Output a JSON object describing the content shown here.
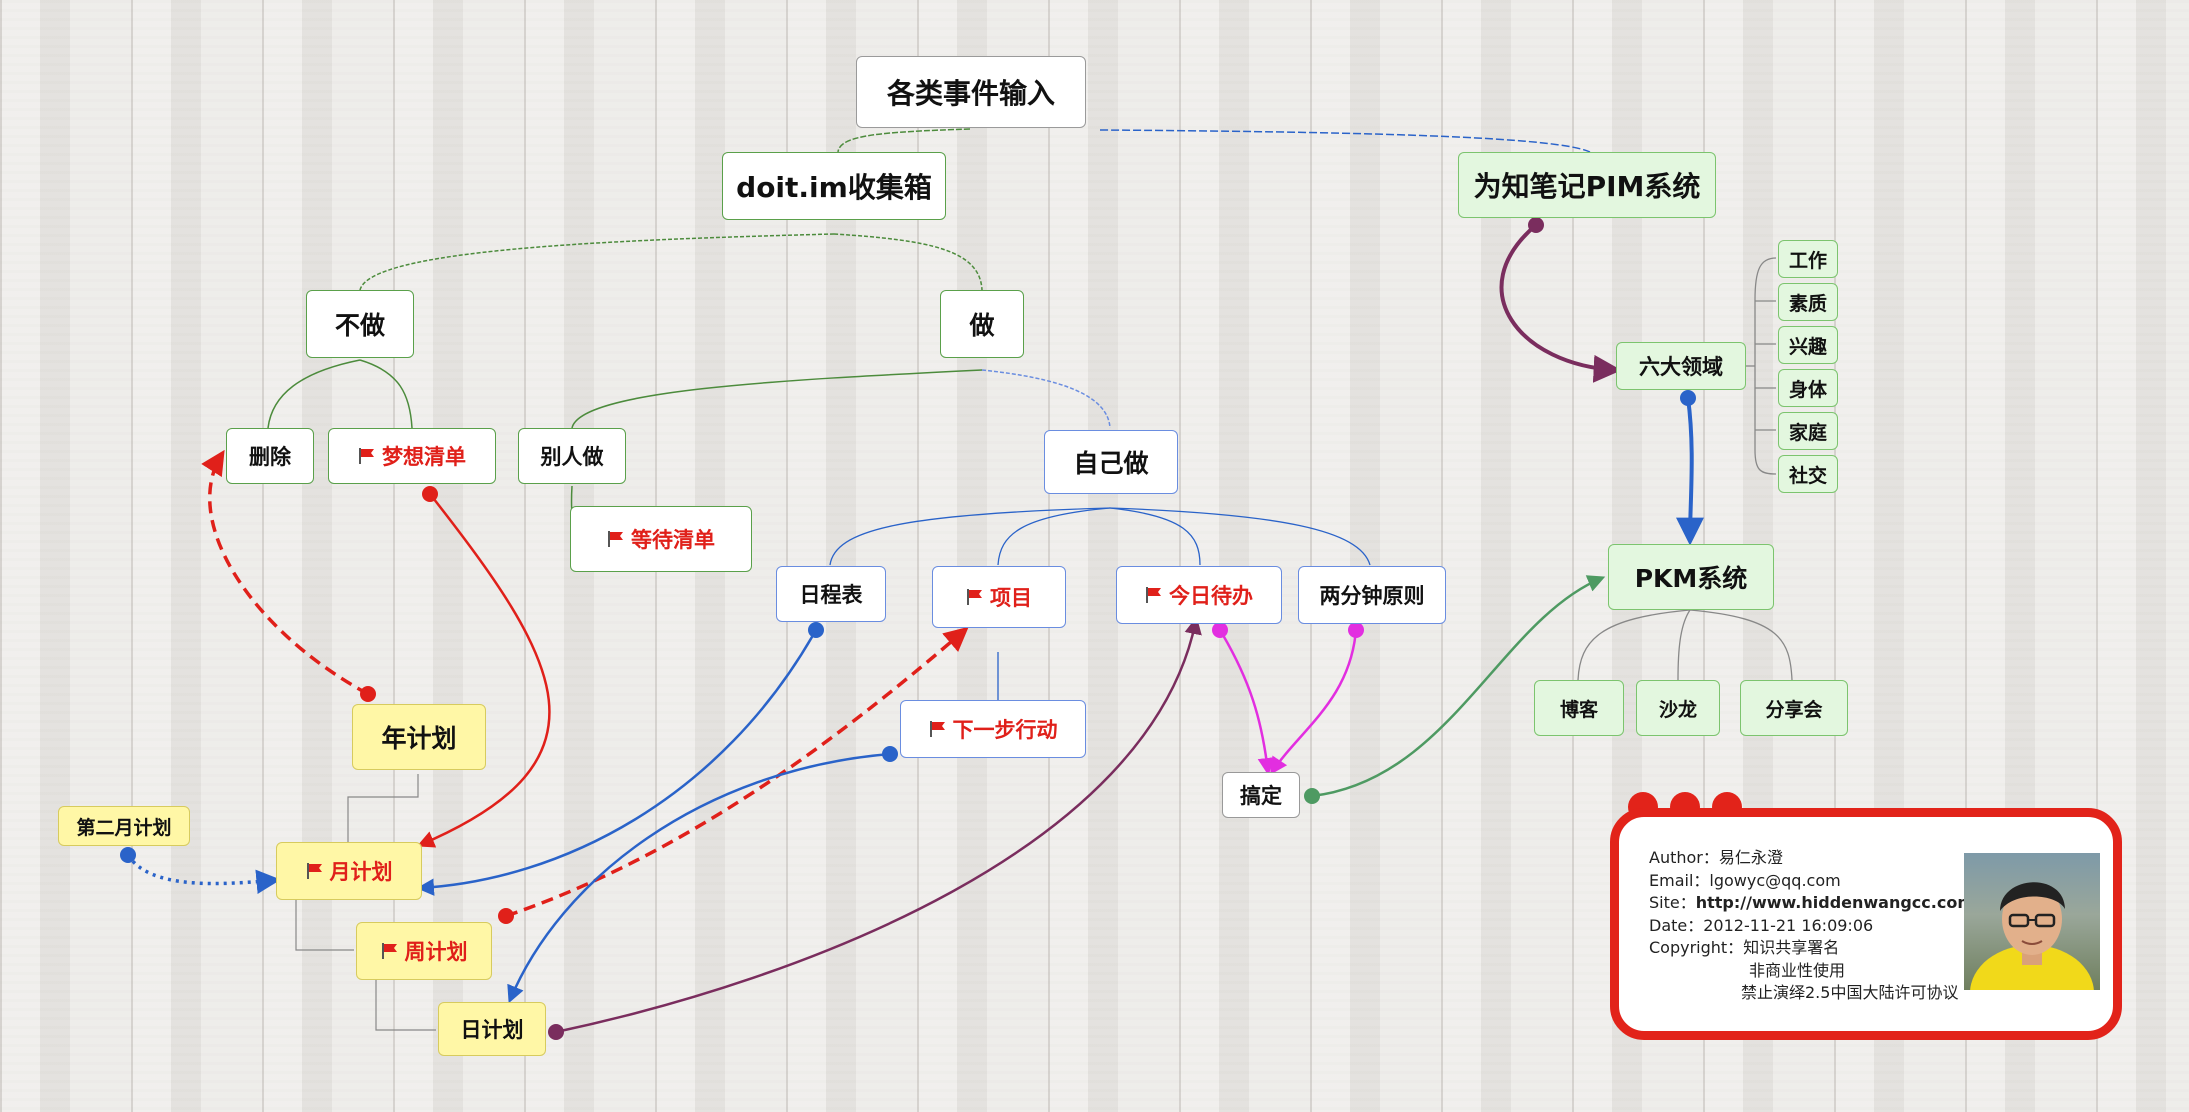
{
  "diagram": {
    "root": "各类事件输入",
    "inbox": "doit.im收集箱",
    "pim": "为知笔记PIM系统",
    "not_do": "不做",
    "do": "做",
    "delete": "删除",
    "dream_list": "梦想清单",
    "others_do": "别人做",
    "waiting_list": "等待清单",
    "self_do": "自己做",
    "schedule": "日程表",
    "project": "项目",
    "today_todo": "今日待办",
    "two_min_rule": "两分钟原则",
    "next_action": "下一步行动",
    "done": "搞定",
    "six_areas": "六大领域",
    "areas": [
      "工作",
      "素质",
      "兴趣",
      "身体",
      "家庭",
      "社交"
    ],
    "pkm": "PKM系统",
    "pkm_children": [
      "博客",
      "沙龙",
      "分享会"
    ],
    "year_plan": "年计划",
    "feb_plan": "第二月计划",
    "month_plan": "月计划",
    "week_plan": "周计划",
    "day_plan": "日计划"
  },
  "card": {
    "author_label": "Author：",
    "author": "易仁永澄",
    "email_label": "Email：",
    "email": "lgowyc@qq.com",
    "site_label": "Site：",
    "site": "http://www.hiddenwangcc.com",
    "date_label": "Date：",
    "date": "2012-11-21 16:09:06",
    "copyright_label": "Copyright：",
    "copyright_lines": [
      "知识共享署名",
      "非商业性使用",
      "禁止演绎2.5中国大陆许可协议"
    ]
  },
  "colors": {
    "red": "#e0201a",
    "blue": "#2a63c9",
    "green_link": "#4e9a62",
    "purple": "#7a2d5e",
    "magenta": "#e22ee0",
    "card_border": "#e2231a"
  }
}
